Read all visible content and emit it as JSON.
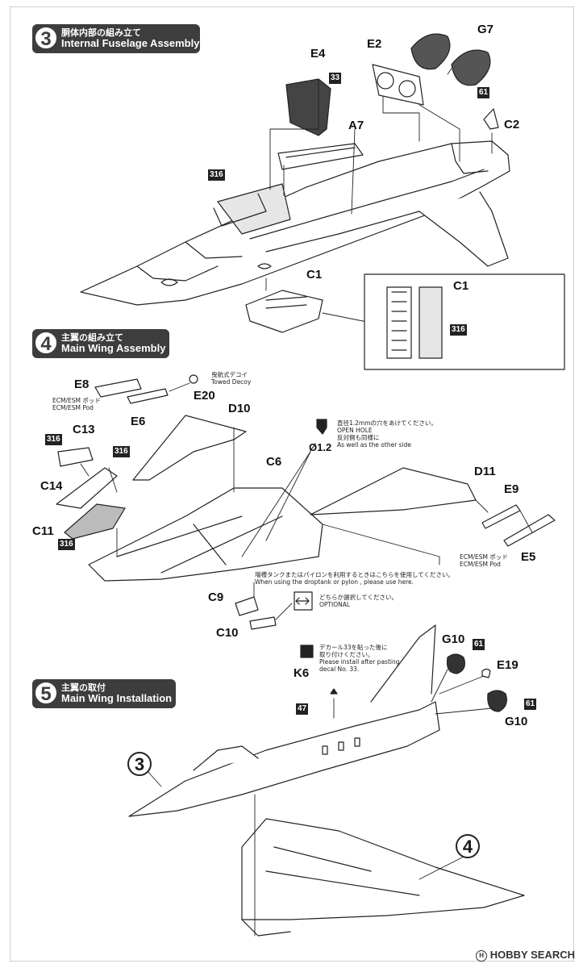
{
  "steps": [
    {
      "number": "3",
      "title_jp": "胴体内部の組み立て",
      "title_en": "Internal Fuselage Assembly"
    },
    {
      "number": "4",
      "title_jp": "主翼の組み立て",
      "title_en": "Main Wing Assembly"
    },
    {
      "number": "5",
      "title_jp": "主翼の取付",
      "title_en": "Main Wing Installation"
    }
  ],
  "step3": {
    "parts": {
      "e4": "E4",
      "e2": "E2",
      "g7": "G7",
      "a7": "A7",
      "c2": "C2",
      "c1": "C1",
      "c1_inset": "C1"
    },
    "colors": {
      "c33": "33",
      "c61": "61",
      "c316": "316",
      "c316_inset": "316"
    }
  },
  "step4": {
    "parts": {
      "e8": "E8",
      "e20": "E20",
      "e6": "E6",
      "d10": "D10",
      "c13": "C13",
      "c14": "C14",
      "c11": "C11",
      "c6": "C6",
      "d11": "D11",
      "e9": "E9",
      "e5": "E5",
      "c9": "C9",
      "c10": "C10"
    },
    "colors": {
      "c316a": "316",
      "c316b": "316",
      "c316c": "316"
    },
    "notes": {
      "towed_jp": "曳航式デコイ",
      "towed_en": "Towed Decoy",
      "ecm_jp_left": "ECM/ESM ポッド",
      "ecm_en_left": "ECM/ESM Pod",
      "ecm_jp_right": "ECM/ESM ポッド",
      "ecm_en_right": "ECM/ESM Pod",
      "hole_jp": "直径1.2mmの穴をあけてください。",
      "hole_en": "OPEN HOLE",
      "hole_jp2": "反対側も同様に",
      "hole_en2": "As well as the other side",
      "hole_size": "Ø1.2",
      "droptank_jp": "増槽タンクまたはパイロンを利用するときはこちらを使用してください。",
      "droptank_en": "When using the droptank or pylon , please use here.",
      "optional_jp": "どちらか選択してください。",
      "optional_en": "OPTIONAL"
    }
  },
  "step5": {
    "parts": {
      "k6": "K6",
      "g10a": "G10",
      "g10b": "G10",
      "e19": "E19"
    },
    "colors": {
      "c47": "47",
      "c61a": "61",
      "c61b": "61"
    },
    "refs": {
      "ref3": "3",
      "ref4": "4"
    },
    "notes": {
      "decal_jp": "デカール33を貼った後に",
      "decal_jp2": "取り付けください。",
      "decal_en": "Please install after pasting",
      "decal_en2": "decal No. 33."
    }
  },
  "watermark": {
    "text": "HOBBY SEARCH",
    "symbol": "H"
  }
}
